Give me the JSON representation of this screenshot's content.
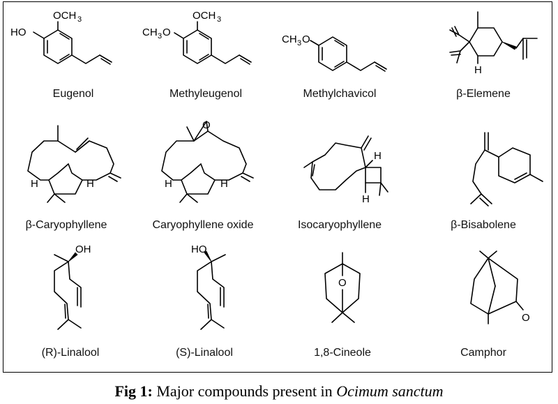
{
  "figure": {
    "caption": {
      "prefix": "Fig 1:",
      "text": "Major compounds present in",
      "species": "Ocimum sanctum"
    },
    "compounds": [
      {
        "name": "Eugenol"
      },
      {
        "name": "Methyleugenol"
      },
      {
        "name": "Methylchavicol"
      },
      {
        "name": "β-Elemene"
      },
      {
        "name": "β-Caryophyllene"
      },
      {
        "name": "Caryophyllene oxide"
      },
      {
        "name": "Isocaryophyllene"
      },
      {
        "name": "β-Bisabolene"
      },
      {
        "name": "(R)-Linalool"
      },
      {
        "name": "(S)-Linalool"
      },
      {
        "name": "1,8-Cineole"
      },
      {
        "name": "Camphor"
      }
    ],
    "atom_labels": {
      "och3": "OCH",
      "three": "3",
      "ho": "HO",
      "ch3o": "CH",
      "o": "O",
      "h": "H",
      "oh": "OH"
    }
  }
}
